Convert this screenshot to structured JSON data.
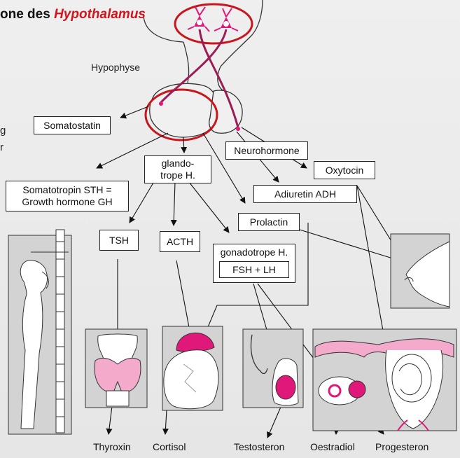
{
  "title": {
    "prefix": "one des ",
    "highlight": "Hypothalamus"
  },
  "edge_fragments": [
    "g",
    "r"
  ],
  "labels": {
    "hypophyse": "Hypophyse",
    "somatostatin": "Somatostatin",
    "neurohormone": "Neurohormone",
    "glandotrope_line1": "glando-",
    "glandotrope_line2": "trope H.",
    "oxytocin": "Oxytocin",
    "sth_line1": "Somatotropin STH =",
    "sth_line2": "Growth hormone GH",
    "adh": "Adiuretin ADH",
    "prolactin": "Prolactin",
    "tsh": "TSH",
    "acth": "ACTH",
    "gonadotrope": "gonadotrope H.",
    "fsh_lh": "FSH + LH"
  },
  "target_hormones": [
    "Thyroxin",
    "Cortisol",
    "Testosteron",
    "Oestradiol",
    "Progesteron"
  ],
  "colors": {
    "accent_red": "#d0161d",
    "magenta": "#e0187a",
    "pink": "#f4aacb",
    "box_bg": "#cfcfcf"
  }
}
